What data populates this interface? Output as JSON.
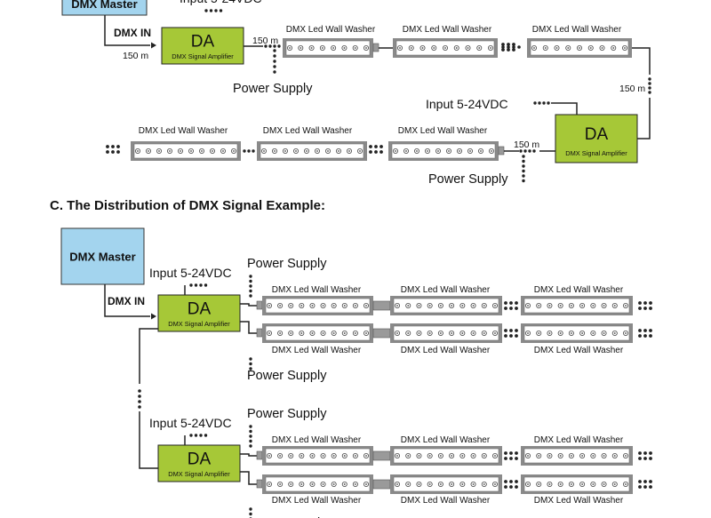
{
  "labels": {
    "dmx_master": "DMX Master",
    "dmx_in": "DMX IN",
    "distance": "150 m",
    "da": "DA",
    "amplifier": "DMX Signal Amplifier",
    "washer": "DMX Led Wall Washer",
    "power_supply": "Power Supply",
    "input_voltage": "Input 5-24VDC",
    "input_cut": "Input 5-24VDC"
  },
  "section_c": {
    "title": "C. The Distribution of DMX Signal Example:"
  },
  "colors": {
    "master_fill": "#a3d4ee",
    "amplifier_fill": "#a6c837",
    "washer_body": "#8a8a8a",
    "washer_inner": "#ffffff",
    "line": "#222222"
  }
}
